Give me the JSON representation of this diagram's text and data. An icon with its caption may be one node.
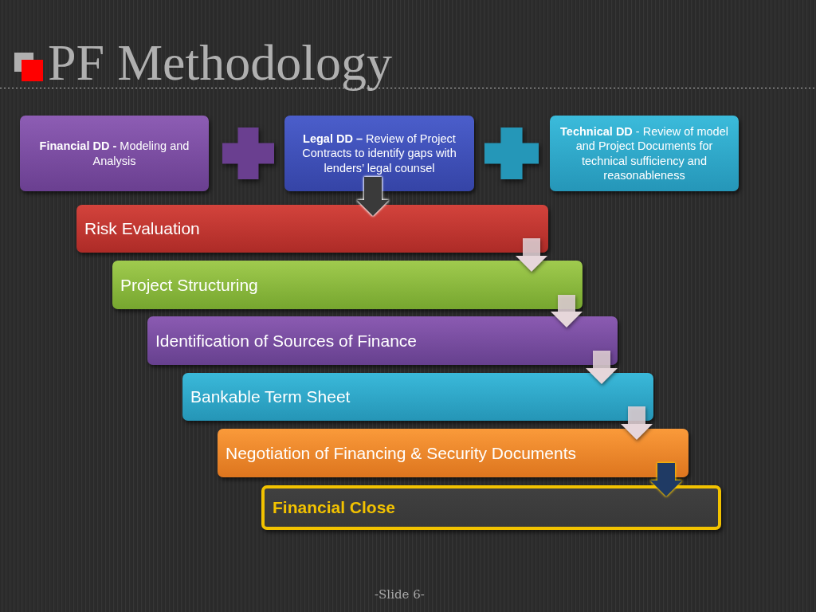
{
  "diagram": {
    "title": "PF Methodology",
    "nodes": [
      {
        "text": [
          "**Financial DD -** Modeling and Analysis"
        ]
      },
      {
        "text": [],
        "shape": "plus"
      },
      {
        "text": [
          "**Legal DD –** Review of Project Contracts to identify gaps with lenders’ legal counsel"
        ]
      },
      {
        "text": [],
        "shape": "plus"
      },
      {
        "text": [
          "**Technical DD** -  Review of model and Project Documents for technical sufficiency and reasonableness"
        ]
      },
      {
        "text": [
          "Risk Evaluation"
        ]
      },
      {
        "text": [
          "Project Structuring"
        ]
      },
      {
        "text": [
          "Identification of Sources of Finance"
        ]
      },
      {
        "text": [
          "Bankable Term Sheet"
        ]
      },
      {
        "text": [
          "Negotiation of Financing & Security Documents"
        ]
      },
      {
        "text": [
          "Financial Close"
        ]
      }
    ],
    "edges": [
      {
        "from": 2,
        "to": 5,
        "arrow": "to",
        "color": "#3a3a3a"
      },
      {
        "from": 5,
        "to": 6,
        "arrow": "to"
      },
      {
        "from": 6,
        "to": 7,
        "arrow": "to"
      },
      {
        "from": 7,
        "to": 8,
        "arrow": "to"
      },
      {
        "from": 8,
        "to": 9,
        "arrow": "to"
      },
      {
        "from": 9,
        "to": 10,
        "arrow": "to",
        "color": "#1f3a64"
      }
    ],
    "labels": [
      "-Slide 6-"
    ]
  }
}
